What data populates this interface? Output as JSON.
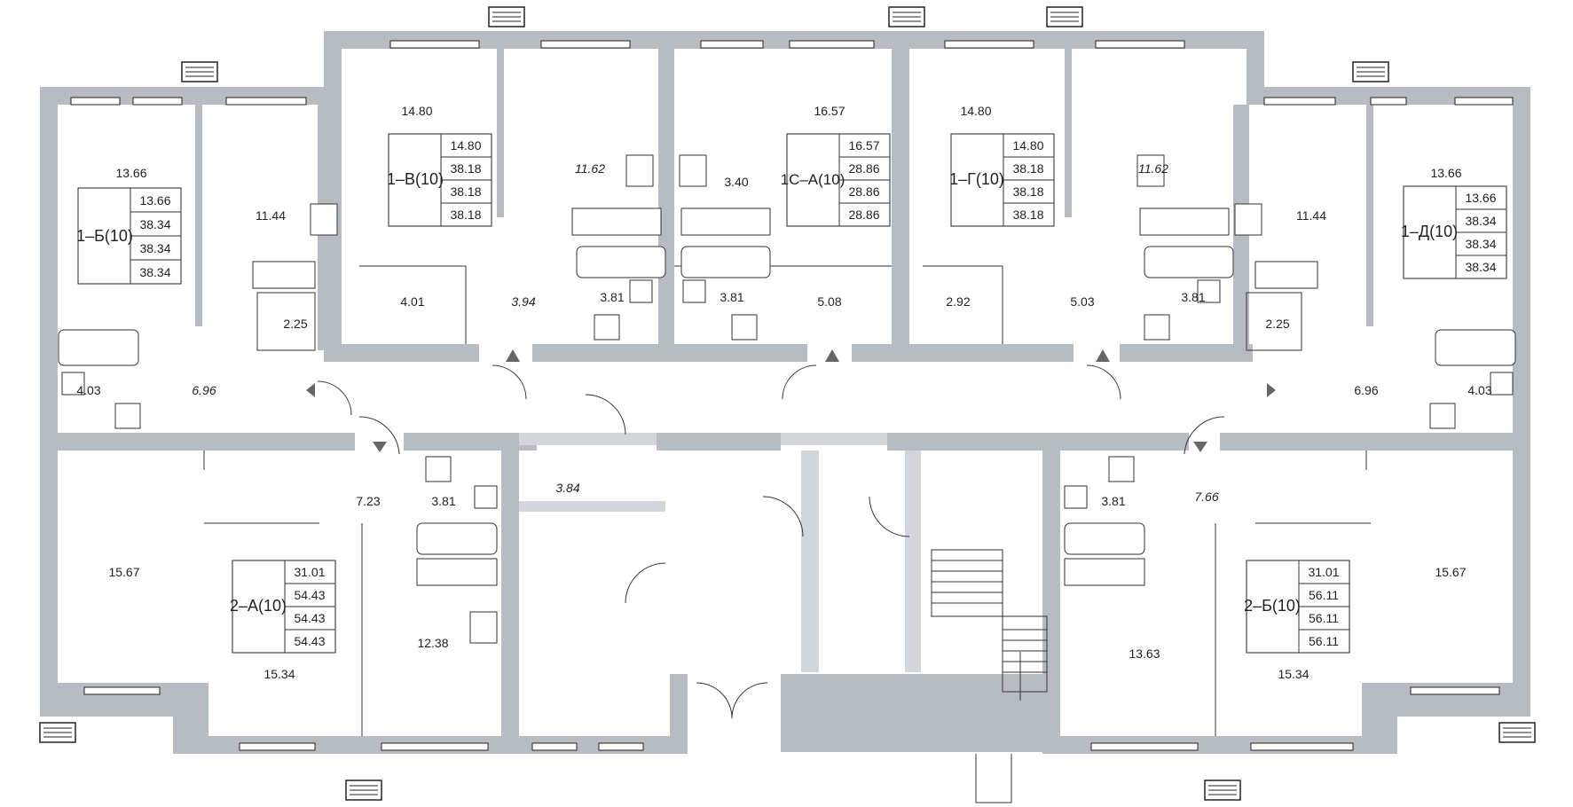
{
  "apartments": [
    {
      "id": "1b",
      "code": "1–Б(10)",
      "values": [
        "13.66",
        "38.34",
        "38.34",
        "38.34"
      ]
    },
    {
      "id": "1v",
      "code": "1–В(10)",
      "values": [
        "14.80",
        "38.18",
        "38.18",
        "38.18"
      ]
    },
    {
      "id": "1sa",
      "code": "1С–А(10)",
      "values": [
        "16.57",
        "28.86",
        "28.86",
        "28.86"
      ]
    },
    {
      "id": "1g",
      "code": "1–Г(10)",
      "values": [
        "14.80",
        "38.18",
        "38.18",
        "38.18"
      ]
    },
    {
      "id": "1d",
      "code": "1–Д(10)",
      "values": [
        "13.66",
        "38.34",
        "38.34",
        "38.34"
      ]
    },
    {
      "id": "2a",
      "code": "2–А(10)",
      "values": [
        "31.01",
        "54.43",
        "54.43",
        "54.43"
      ]
    },
    {
      "id": "2b",
      "code": "2–Б(10)",
      "values": [
        "31.01",
        "56.11",
        "56.11",
        "56.11"
      ]
    }
  ],
  "rooms": [
    {
      "id": "r1",
      "label": "13.66"
    },
    {
      "id": "r2",
      "label": "11.44"
    },
    {
      "id": "r3",
      "label": "2.25"
    },
    {
      "id": "r4",
      "label": "4.03"
    },
    {
      "id": "r5",
      "label": "6.96"
    },
    {
      "id": "r6",
      "label": "14.80"
    },
    {
      "id": "r7",
      "label": "11.62"
    },
    {
      "id": "r8",
      "label": "4.01"
    },
    {
      "id": "r9",
      "label": "3.94"
    },
    {
      "id": "r10",
      "label": "3.81"
    },
    {
      "id": "r11",
      "label": "16.57"
    },
    {
      "id": "r12",
      "label": "3.40"
    },
    {
      "id": "r13",
      "label": "3.81"
    },
    {
      "id": "r14",
      "label": "5.08"
    },
    {
      "id": "r15",
      "label": "14.80"
    },
    {
      "id": "r16",
      "label": "11.62"
    },
    {
      "id": "r17",
      "label": "2.92"
    },
    {
      "id": "r18",
      "label": "5.03"
    },
    {
      "id": "r19",
      "label": "3.81"
    },
    {
      "id": "r20",
      "label": "13.66"
    },
    {
      "id": "r21",
      "label": "11.44"
    },
    {
      "id": "r22",
      "label": "2.25"
    },
    {
      "id": "r23",
      "label": "6.96"
    },
    {
      "id": "r24",
      "label": "4.03"
    },
    {
      "id": "r25",
      "label": "15.67"
    },
    {
      "id": "r26",
      "label": "7.23"
    },
    {
      "id": "r27",
      "label": "3.81"
    },
    {
      "id": "r28",
      "label": "3.84"
    },
    {
      "id": "r29",
      "label": "15.34"
    },
    {
      "id": "r30",
      "label": "12.38"
    },
    {
      "id": "r31",
      "label": "3.81"
    },
    {
      "id": "r32",
      "label": "7.66"
    },
    {
      "id": "r33",
      "label": "13.63"
    },
    {
      "id": "r34",
      "label": "15.34"
    },
    {
      "id": "r35",
      "label": "15.67"
    }
  ],
  "colors": {
    "wall": "#b7bcc2",
    "line": "#333333",
    "background": "#ffffff"
  }
}
